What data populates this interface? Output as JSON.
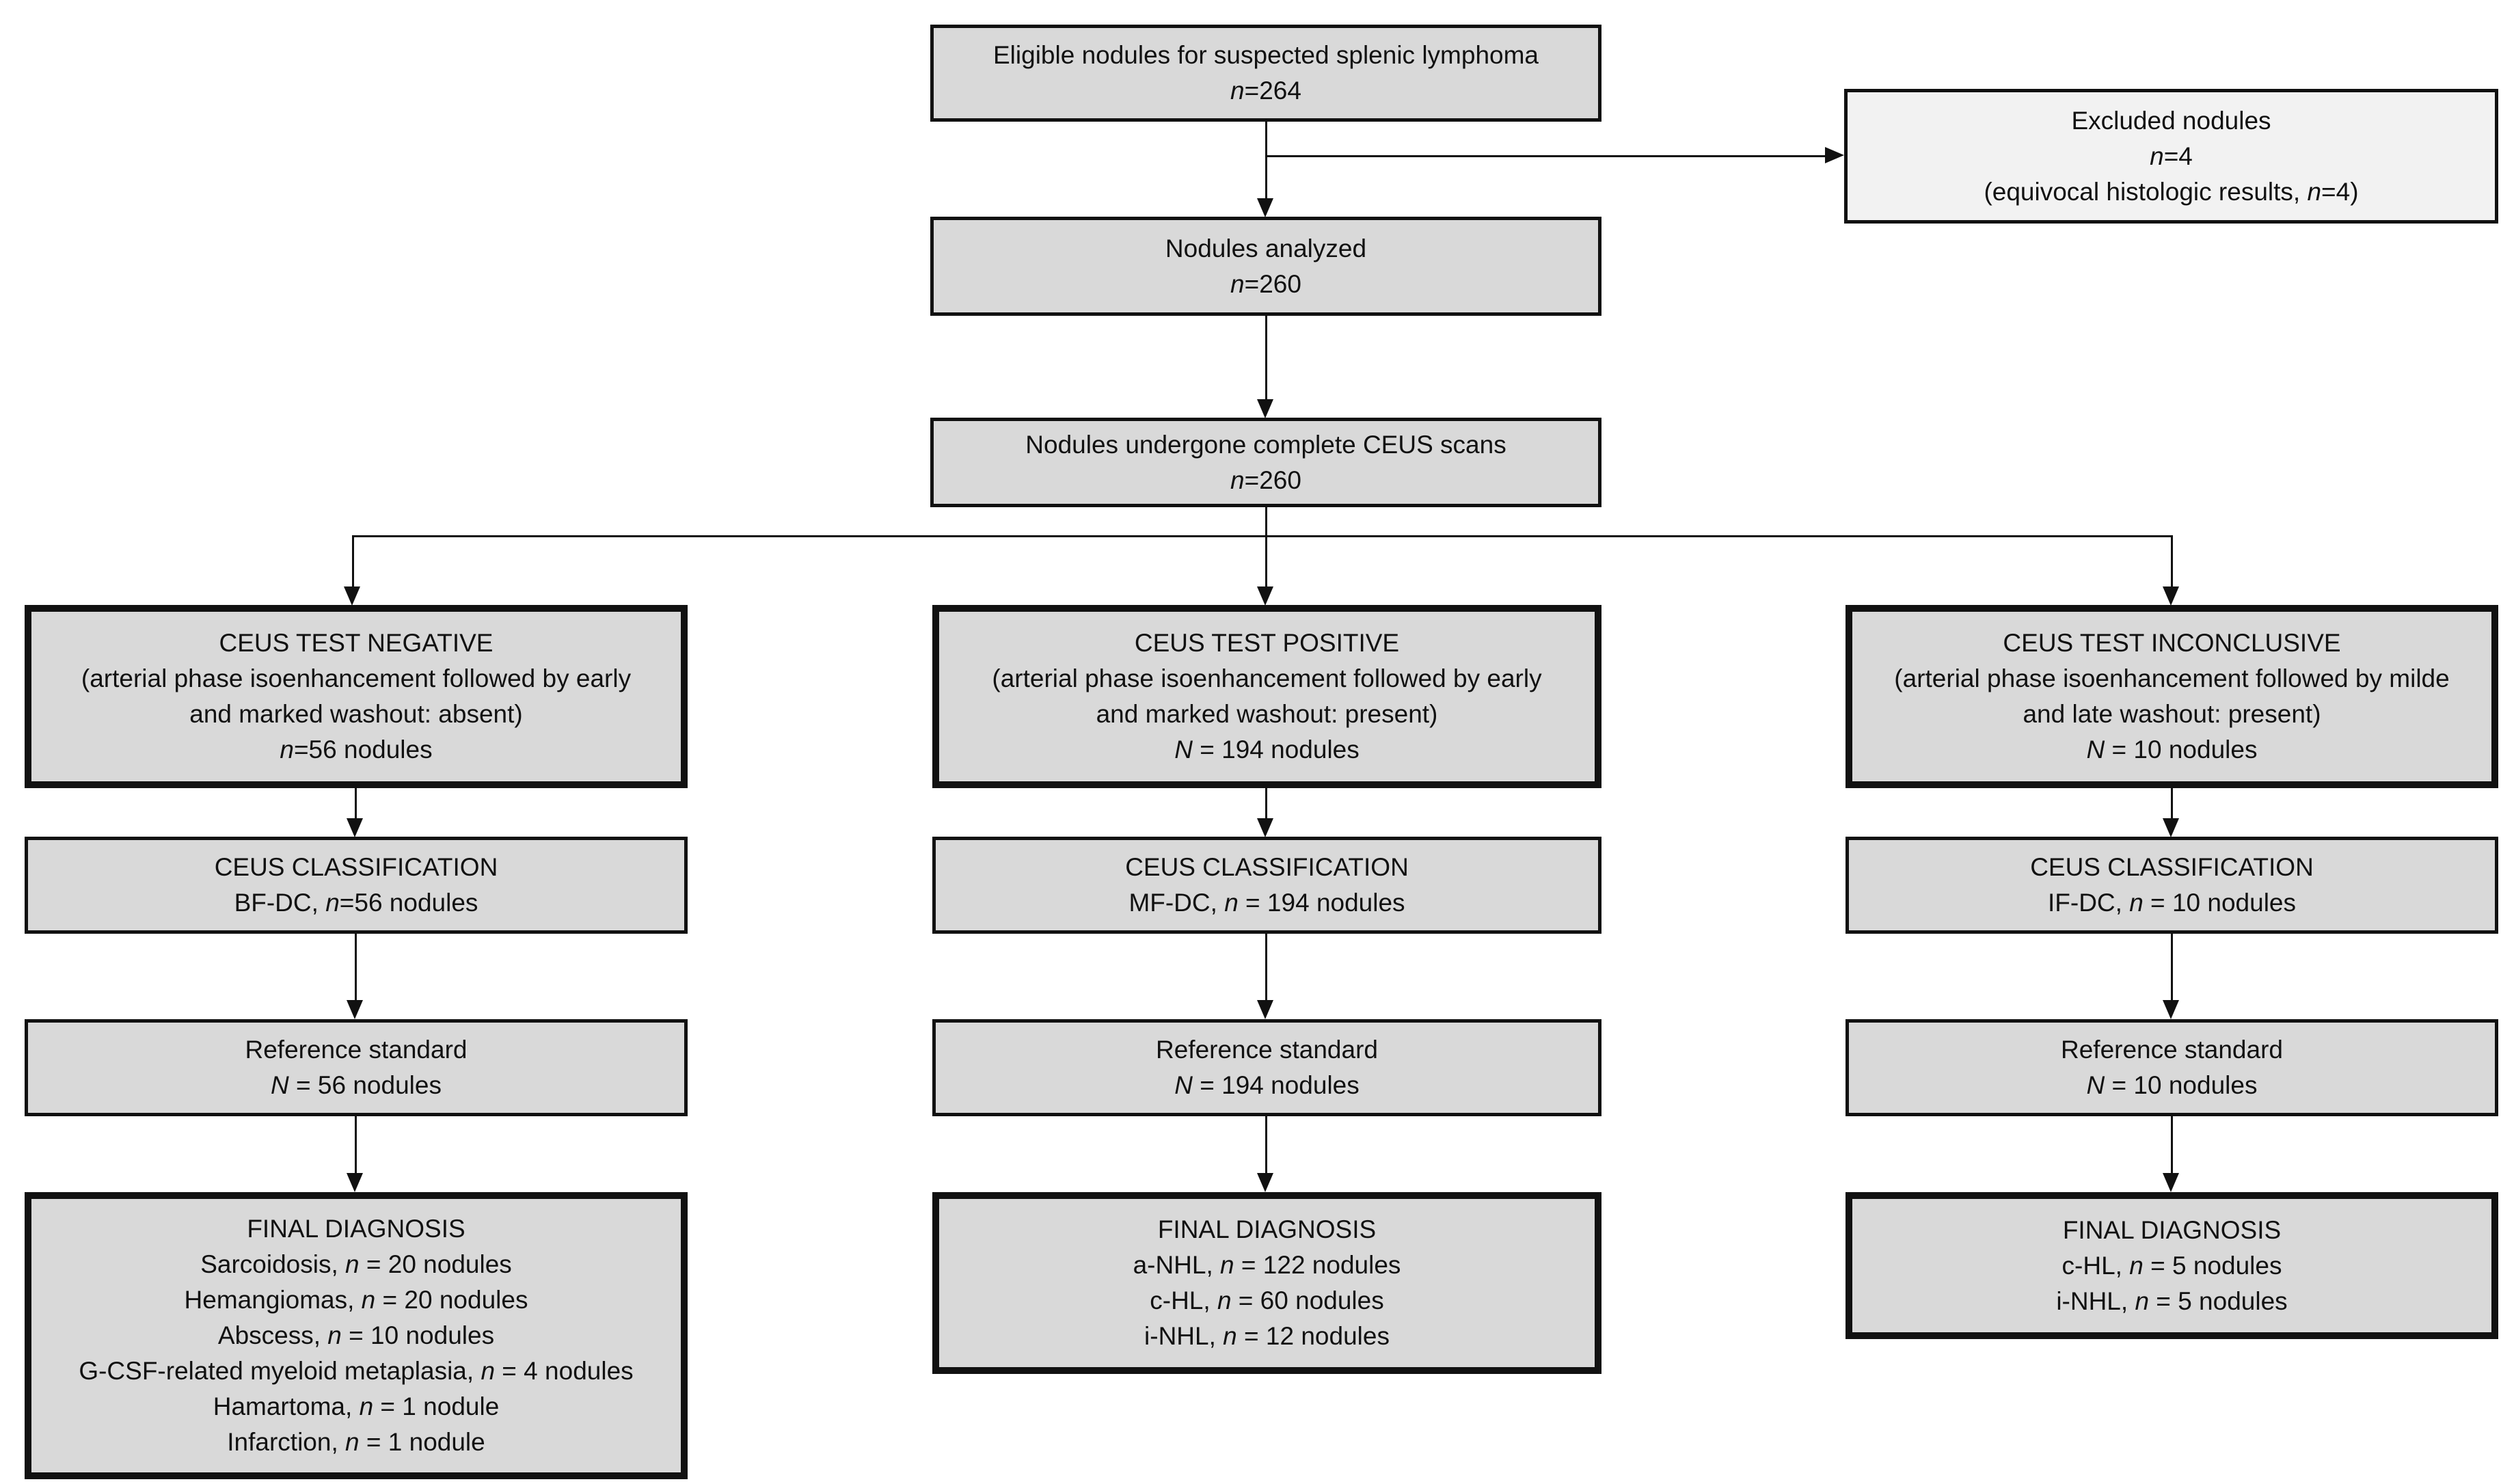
{
  "colors": {
    "box_fill": "#d9d9d9",
    "excluded_fill": "#f2f2f2",
    "border": "#111111",
    "background": "#ffffff"
  },
  "flowchart": {
    "eligible": {
      "lines": [
        "Eligible nodules for suspected splenic lymphoma",
        "n=264"
      ]
    },
    "excluded": {
      "lines": [
        "Excluded nodules",
        "n=4",
        "(equivocal histologic results, n=4)"
      ]
    },
    "analyzed": {
      "lines": [
        "Nodules analyzed",
        "n=260"
      ]
    },
    "scans": {
      "lines": [
        "Nodules undergone complete CEUS scans",
        "n=260"
      ]
    },
    "branches": [
      {
        "id": "negative",
        "test": {
          "lines": [
            "CEUS TEST NEGATIVE",
            "(arterial phase isoenhancement followed by early",
            "and marked washout: absent)",
            "n=56 nodules"
          ]
        },
        "classification": {
          "lines": [
            "CEUS CLASSIFICATION",
            "BF-DC, n=56 nodules"
          ]
        },
        "reference": {
          "lines": [
            "Reference standard",
            "N = 56 nodules"
          ]
        },
        "final": {
          "lines": [
            "FINAL DIAGNOSIS",
            "Sarcoidosis, n = 20 nodules",
            "Hemangiomas, n = 20 nodules",
            "Abscess, n = 10 nodules",
            "G-CSF-related myeloid metaplasia, n = 4 nodules",
            "Hamartoma, n = 1 nodule",
            "Infarction, n = 1 nodule"
          ]
        }
      },
      {
        "id": "positive",
        "test": {
          "lines": [
            "CEUS TEST POSITIVE",
            "(arterial phase isoenhancement followed by early",
            "and marked washout: present)",
            "N = 194 nodules"
          ]
        },
        "classification": {
          "lines": [
            "CEUS CLASSIFICATION",
            "MF-DC, n = 194 nodules"
          ]
        },
        "reference": {
          "lines": [
            "Reference standard",
            "N = 194 nodules"
          ]
        },
        "final": {
          "lines": [
            "FINAL DIAGNOSIS",
            "a-NHL, n = 122 nodules",
            "c-HL, n = 60 nodules",
            "i-NHL, n = 12 nodules"
          ]
        }
      },
      {
        "id": "inconclusive",
        "test": {
          "lines": [
            "CEUS TEST INCONCLUSIVE",
            "(arterial phase isoenhancement followed by milde",
            "and late washout: present)",
            "N = 10 nodules"
          ]
        },
        "classification": {
          "lines": [
            "CEUS CLASSIFICATION",
            "IF-DC, n = 10 nodules"
          ]
        },
        "reference": {
          "lines": [
            "Reference standard",
            "N = 10 nodules"
          ]
        },
        "final": {
          "lines": [
            "FINAL DIAGNOSIS",
            "c-HL, n = 5 nodules",
            "i-NHL, n = 5 nodules"
          ]
        }
      }
    ]
  }
}
